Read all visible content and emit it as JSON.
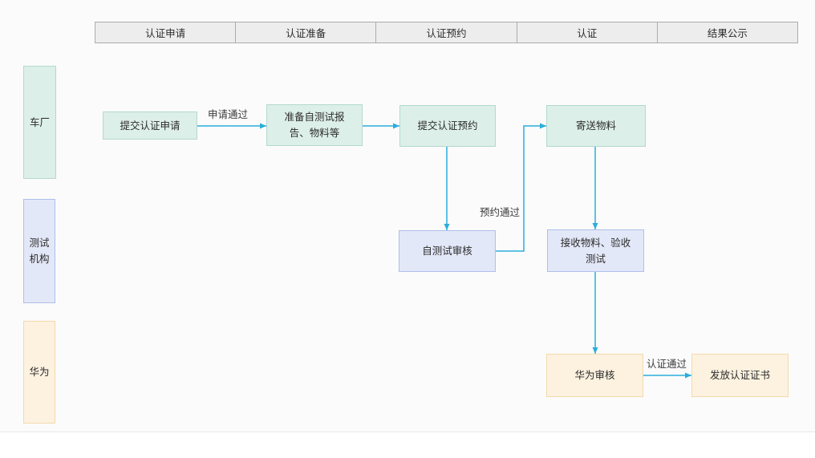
{
  "phases": [
    "认证申请",
    "认证准备",
    "认证预约",
    "认证",
    "结果公示"
  ],
  "lanes": [
    {
      "label": "车厂"
    },
    {
      "label": "测试机构"
    },
    {
      "label": "华为"
    }
  ],
  "nodes": [
    {
      "label": "提交认证申请"
    },
    {
      "label": "准备自测试报告、物料等"
    },
    {
      "label": "提交认证预约"
    },
    {
      "label": "寄送物料"
    },
    {
      "label": "自测试审核"
    },
    {
      "label": "接收物料、验收测试"
    },
    {
      "label": "华为审核"
    },
    {
      "label": "发放认证证书"
    }
  ],
  "edge_labels": [
    {
      "label": "申请通过"
    },
    {
      "label": "预约通过"
    },
    {
      "label": "认证通过"
    }
  ],
  "colors": {
    "factory_fill": "#ddefe9",
    "factory_border": "#b3d9cd",
    "lab_fill": "#e3e8f8",
    "lab_border": "#aebfe9",
    "huawei_fill": "#fdf2e0",
    "huawei_border": "#f3d9ab",
    "header_fill": "#ededed",
    "header_border": "#ababab",
    "arrow": "#2aaedb"
  }
}
